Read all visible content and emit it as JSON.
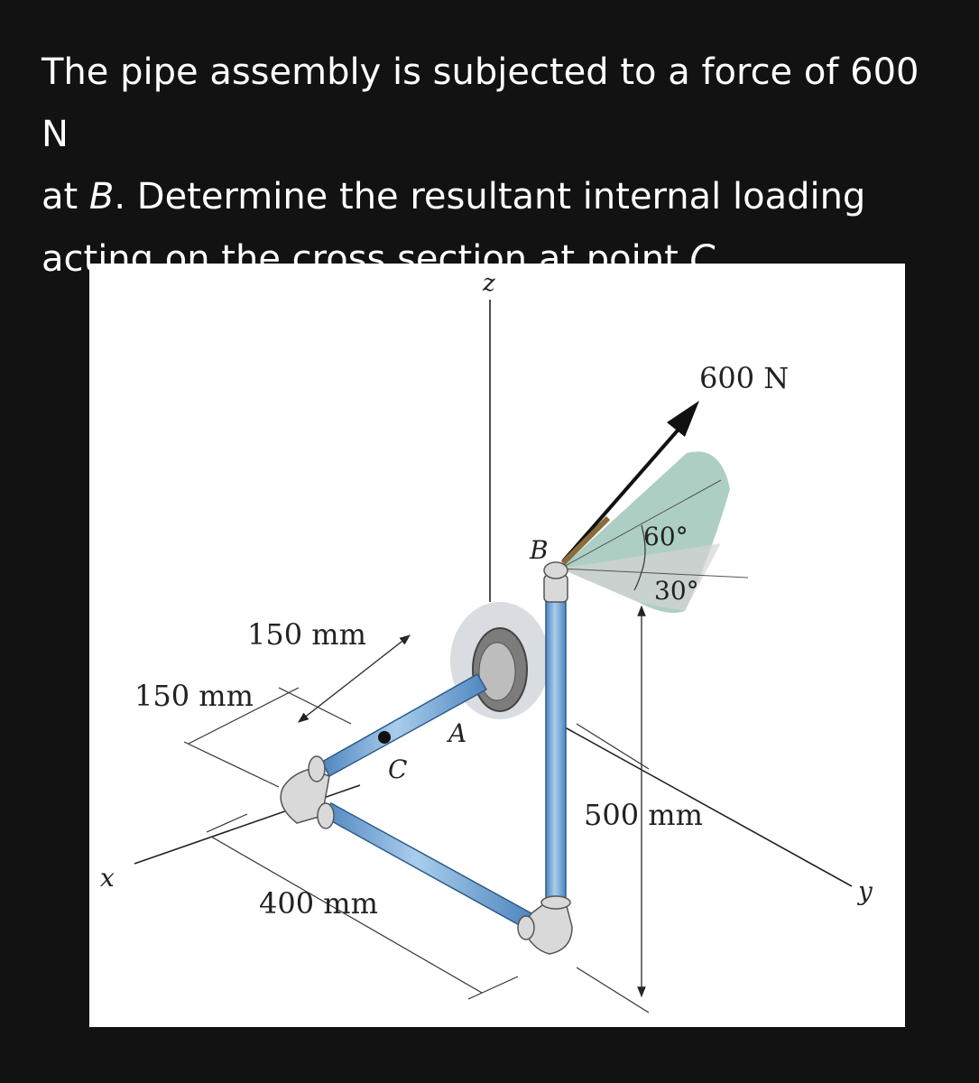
{
  "question": {
    "line1": "The pipe assembly is subjected to a force of 600 N",
    "line2_prefix": "at ",
    "line2_point": "B",
    "line2_suffix": ". Determine the resultant internal loading",
    "line3_prefix": "acting on the cross section at point ",
    "line3_point": "C",
    "line3_suffix": "."
  },
  "figure": {
    "axes": {
      "x": "x",
      "y": "y",
      "z": "z"
    },
    "points": {
      "A": "A",
      "B": "B",
      "C": "C"
    },
    "force_label": "600 N",
    "angles": {
      "upper": "60°",
      "lower": "30°"
    },
    "dimensions": {
      "d1": "150 mm",
      "d2": "150 mm",
      "d3": "400 mm",
      "d4": "500 mm"
    },
    "colors": {
      "pipe": "#7fb0dc",
      "pipe_dark": "#4f86bf",
      "fitting": "#d9d9d9",
      "force_plane": "#9fc5b8",
      "background": "#121212"
    }
  }
}
